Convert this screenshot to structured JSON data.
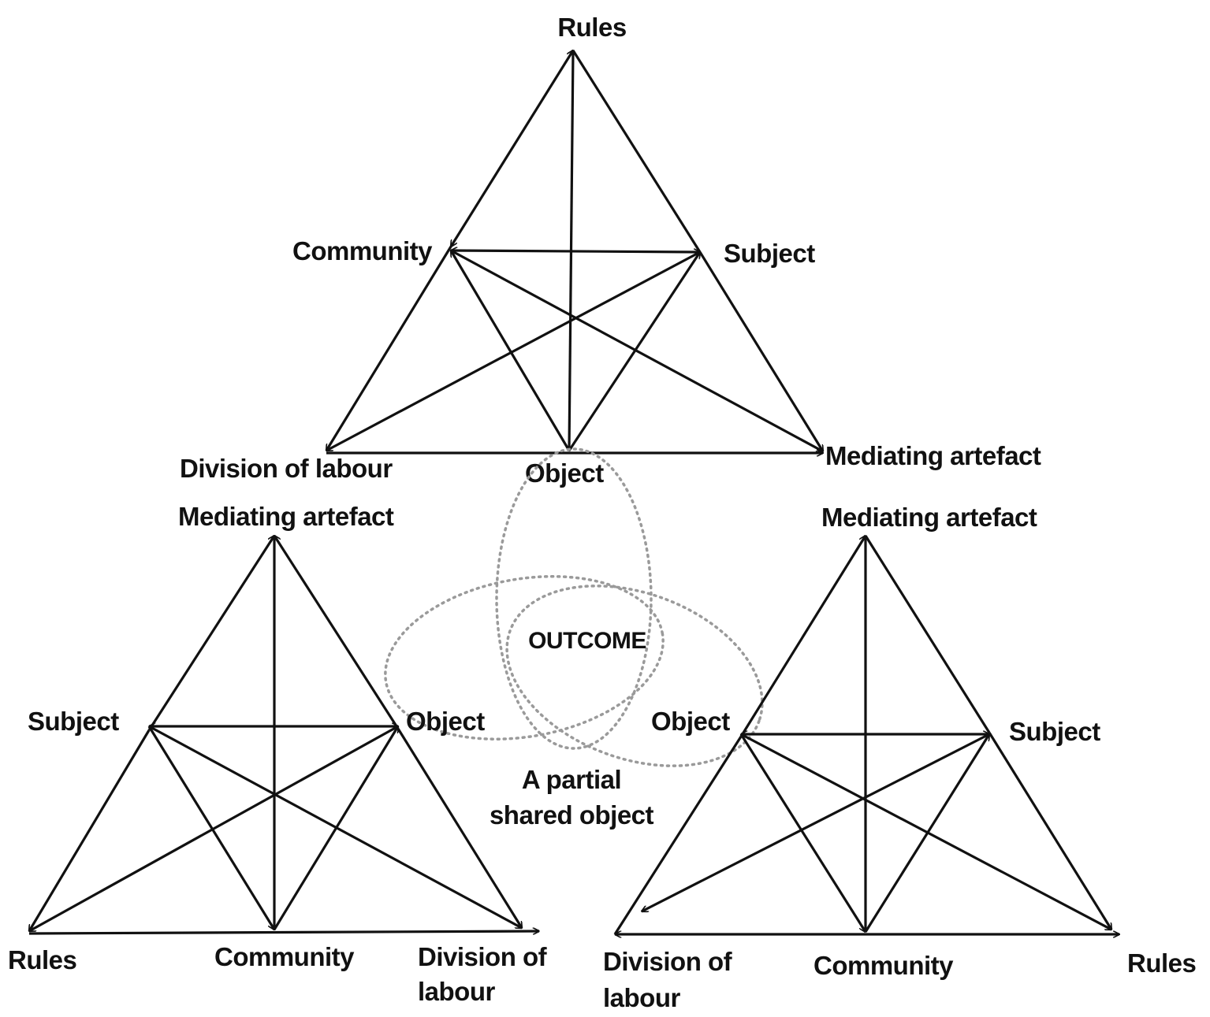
{
  "colors": {
    "line": "#111111",
    "dotted": "#9a9a9a",
    "background": "#ffffff"
  },
  "top_system": {
    "rules": "Rules",
    "community": "Community",
    "subject": "Subject",
    "division_of_labour": "Division of labour",
    "object": "Object",
    "mediating_artefact": "Mediating artefact"
  },
  "left_system": {
    "mediating_artefact": "Mediating artefact",
    "subject": "Subject",
    "object": "Object",
    "rules": "Rules",
    "community": "Community",
    "division_of_labour_line1": "Division of",
    "division_of_labour_line2": "labour"
  },
  "right_system": {
    "mediating_artefact": "Mediating artefact",
    "object": "Object",
    "subject": "Subject",
    "division_of_labour_line1": "Division of",
    "division_of_labour_line2": "labour",
    "community": "Community",
    "rules": "Rules"
  },
  "center": {
    "outcome": "OUTCOME",
    "shared_object_line1": "A partial",
    "shared_object_line2": "shared object"
  }
}
